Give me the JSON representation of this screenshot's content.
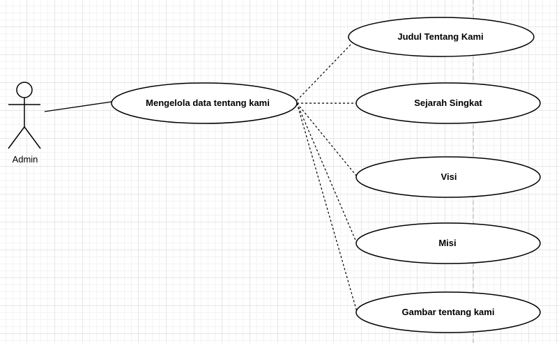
{
  "actor": {
    "label": "Admin"
  },
  "main_use_case": {
    "label": "Mengelola data tentang kami"
  },
  "sub_use_cases": [
    {
      "label": "Judul Tentang Kami"
    },
    {
      "label": "Sejarah Singkat"
    },
    {
      "label": "Visi"
    },
    {
      "label": "Misi"
    },
    {
      "label": "Gambar tentang kami"
    }
  ],
  "colors": {
    "stroke": "#000000",
    "fill": "#ffffff",
    "grid": "#e6e6e6"
  }
}
